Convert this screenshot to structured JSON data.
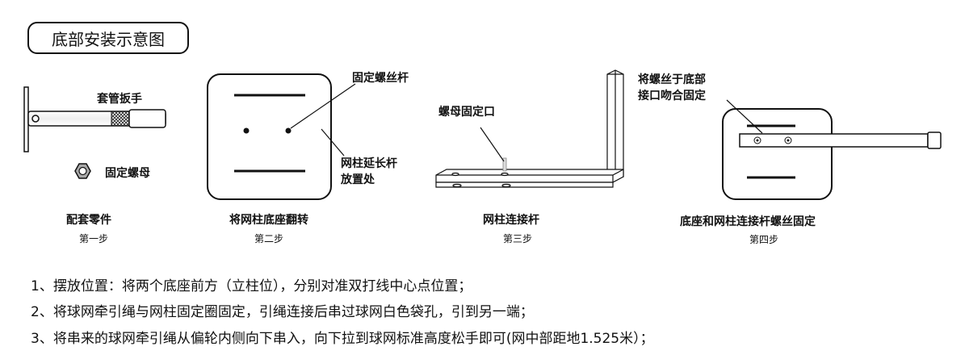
{
  "title": "底部安装示意图",
  "step1": {
    "wrench_label": "套管扳手",
    "nut_label": "固定螺母",
    "name": "配套零件",
    "step": "第一步"
  },
  "step2": {
    "bolt_label": "固定螺丝杆",
    "rod_label_1": "网柱延长杆",
    "rod_label_2": "放置处",
    "name": "将网柱底座翻转",
    "step": "第二步"
  },
  "step3": {
    "nut_port_label": "螺母固定口",
    "name": "网柱连接杆",
    "step": "第三步"
  },
  "step4": {
    "label_1": "将螺丝于底部",
    "label_2": "接口吻合固定",
    "name": "底座和网柱连接杆螺丝固定",
    "step": "第四步"
  },
  "instructions": [
    "1、摆放位置：将两个底座前方（立柱位），分别对准双打线中心点位置；",
    "2、将球网牵引绳与网柱固定圈固定，引绳连接后串过球网白色袋孔，引到另一端；",
    "3、将串来的球网牵引绳从偏轮内侧向下串入，向下拉到球网标准高度松手即可(网中部距地1.525米）；"
  ]
}
